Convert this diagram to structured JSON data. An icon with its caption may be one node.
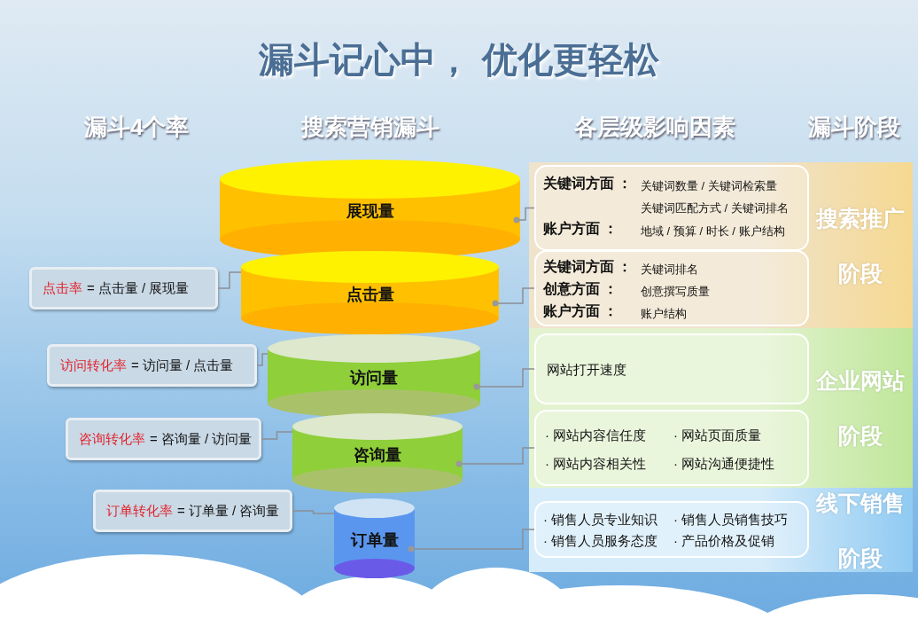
{
  "diagram": {
    "title": "漏斗记心中， 优化更轻松",
    "nodes": [
      {
        "text": [
          "搜索推广阶段"
        ]
      },
      {
        "text": [
          "企业网站阶段"
        ]
      },
      {
        "text": [
          "线下销售阶段"
        ]
      },
      {
        "text": [
          "关键词方面 ：",
          "关键词数量 / 关键词检索量",
          "关键词匹配方式 / 关键词排名",
          "账户方面 ：",
          "地域 / 预算 / 时长 / 账户结构"
        ],
        "in": 0
      },
      {
        "text": [
          "关键词方面 ：",
          "关键词排名",
          "创意方面 ：",
          "创意撰写质量",
          "账户方面 ：",
          "账户结构"
        ],
        "in": 0
      },
      {
        "text": [
          "网站打开速度"
        ],
        "in": 1
      },
      {
        "text": [
          "· 网站内容信任度",
          "· 网站页面质量",
          "· 网站内容相关性",
          "· 网站沟通便捷性"
        ],
        "in": 1
      },
      {
        "text": [
          "· 销售人员专业知识",
          "· 销售人员销售技巧",
          "· 销售人员服务态度",
          "· 产品价格及促销"
        ],
        "in": 2
      },
      {
        "text": [
          "展现量"
        ]
      },
      {
        "text": [
          "点击量"
        ]
      },
      {
        "text": [
          "访问量"
        ]
      },
      {
        "text": [
          "咨询量"
        ]
      },
      {
        "text": [
          "订单量"
        ]
      },
      {
        "text": [
          "点击率",
          "= 点击量 / 展现量"
        ]
      },
      {
        "text": [
          "访问转化率",
          "= 访问量 / 点击量"
        ]
      },
      {
        "text": [
          "咨询转化率",
          "= 咨询量 / 访问量"
        ]
      },
      {
        "text": [
          "订单转化率",
          "= 订单量 / 咨询量"
        ]
      }
    ],
    "edges": [
      {
        "from": 8,
        "to": 3,
        "arrow": "other"
      },
      {
        "from": 9,
        "to": 4,
        "arrow": "other"
      },
      {
        "from": 10,
        "to": 5,
        "arrow": "other"
      },
      {
        "from": 11,
        "to": 6,
        "arrow": "other"
      },
      {
        "from": 12,
        "to": 7,
        "arrow": "other"
      },
      {
        "from": 13,
        "to": 9,
        "arrow": "none"
      },
      {
        "from": 14,
        "to": 10,
        "arrow": "none"
      },
      {
        "from": 15,
        "to": 11,
        "arrow": "none"
      },
      {
        "from": 16,
        "to": 12,
        "arrow": "none"
      }
    ],
    "labels": [
      "漏斗4个率",
      "搜索营销漏斗",
      "各层级影响因素",
      "漏斗阶段"
    ]
  }
}
